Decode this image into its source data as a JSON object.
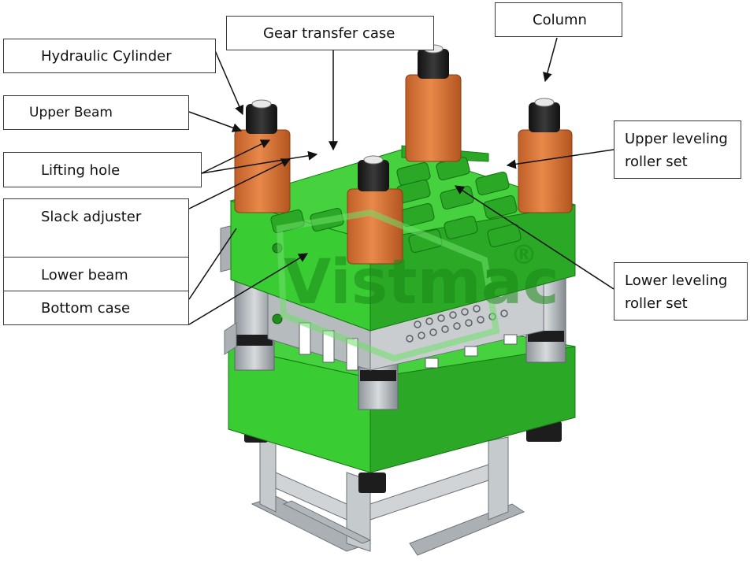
{
  "labels": {
    "hydraulic_cylinder": "Hydraulic Cylinder",
    "upper_beam": "Upper Beam",
    "lifting_hole": "Lifting hole",
    "slack_adjuster": "Slack adjuster",
    "lower_beam": "Lower beam",
    "bottom_case": "Bottom case",
    "gear_transfer_case": "Gear transfer case",
    "column": "Column",
    "upper_leveling_line1": "Upper leveling",
    "upper_leveling_line2": "roller set",
    "lower_leveling_line1": "Lower leveling",
    "lower_leveling_line2": "roller set"
  },
  "watermark": {
    "text": "Vistmac",
    "registered": "®"
  },
  "colors": {
    "beam_green": "#2fbf2a",
    "beam_green_dark": "#1e8f1b",
    "cylinder_orange": "#d9773a",
    "cylinder_cap": "#1d1d1d",
    "frame_gray": "#bfc4c8",
    "arrow": "#111111"
  }
}
